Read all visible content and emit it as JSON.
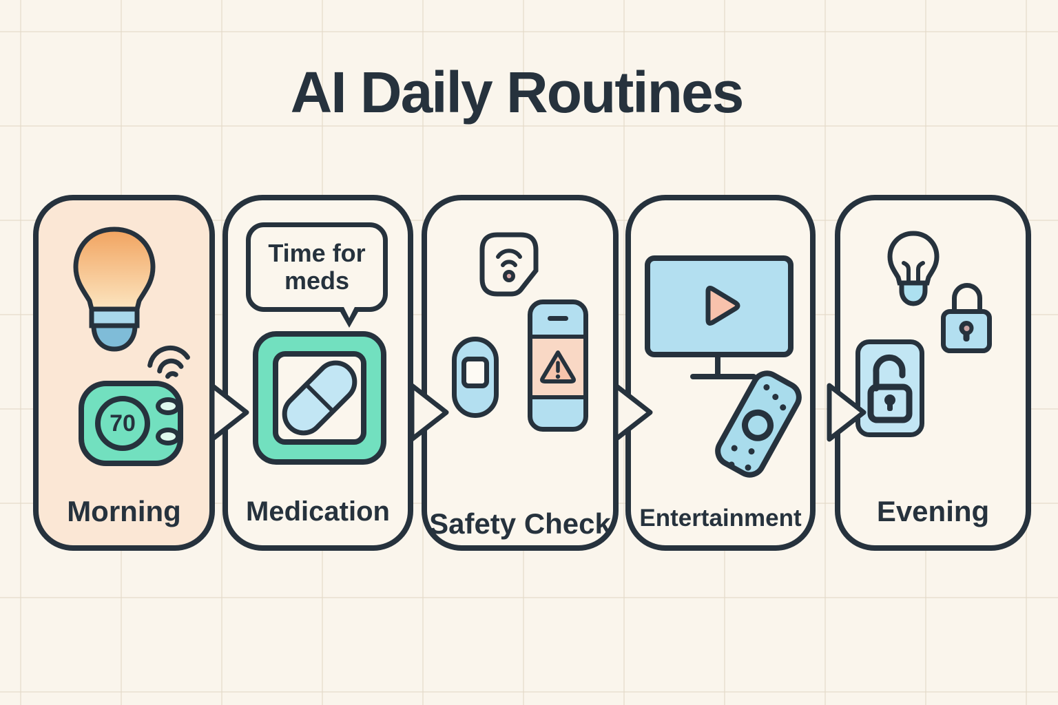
{
  "title": "AI Daily Routines",
  "connector": {
    "shape": "right-arrow",
    "count": 4
  },
  "cards": [
    {
      "label": "Morning",
      "thermostat_value": "70",
      "icons": [
        "smart-bulb-on-icon",
        "wifi-signal-icon",
        "thermostat-icon"
      ],
      "background": "#FBE7D5"
    },
    {
      "label": "Medication",
      "bubble_text": "Time for meds",
      "icons": [
        "reminder-speech-bubble",
        "pill-box-icon",
        "capsule-icon"
      ],
      "background": "#FBF6ED"
    },
    {
      "label": "Safety Check",
      "icons": [
        "smart-sensor-icon",
        "door-sensor-icon",
        "alert-phone-icon",
        "warning-triangle-icon"
      ],
      "background": "#FBF6ED"
    },
    {
      "label": "Entertainment",
      "icons": [
        "smart-tv-icon",
        "play-button-icon",
        "remote-control-icon"
      ],
      "background": "#FBF6ED"
    },
    {
      "label": "Evening",
      "icons": [
        "bulb-off-icon",
        "locked-padlock-icon",
        "unlocked-panel-icon"
      ],
      "background": "#FBF6ED"
    }
  ],
  "colors": {
    "background": "#FAF5EC",
    "outline": "#26323d",
    "mint": "#72E0BF",
    "light_blue": "#B3DFF0",
    "peach": "#F8C2AC",
    "bulb_orange_top": "#F1A35F",
    "bulb_orange_bottom": "#FCE5C0"
  }
}
